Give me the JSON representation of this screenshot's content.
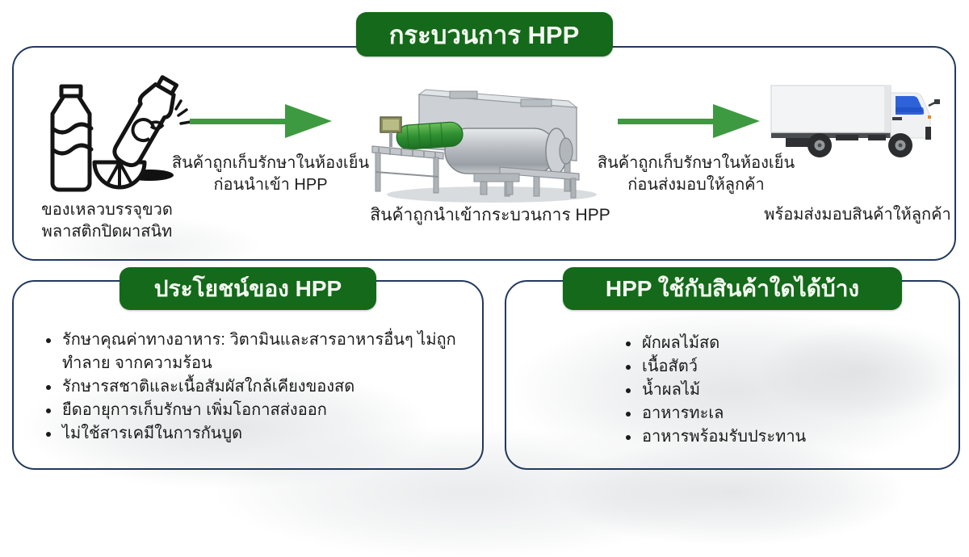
{
  "colors": {
    "badge_green": "#15691a",
    "arrow_green": "#3e9a40",
    "border_navy": "#22395c",
    "text": "#1b1b1b",
    "truck_window_blue": "#2e62d9"
  },
  "process": {
    "title": "กระบวนการ HPP",
    "step1": {
      "caption_line1": "ของเหลวบรรจุขวด",
      "caption_line2": "พลาสติกปิดผาสนิท",
      "icons": [
        "milk-bottle-icon",
        "juice-bottle-icon",
        "orange-slice-icon"
      ]
    },
    "arrow1": {
      "line1": "สินค้าถูกเก็บรักษาในห้องเย็น",
      "line2": "ก่อนนำเข้า HPP"
    },
    "step2": {
      "caption": "สินค้าถูกนำเข้ากระบวนการ HPP",
      "icons": [
        "hpp-machine-illustration"
      ]
    },
    "arrow2": {
      "line1": "สินค้าถูกเก็บรักษาในห้องเย็น",
      "line2": "ก่อนส่งมอบให้ลูกค้า"
    },
    "step3": {
      "caption": "พร้อมส่งมอบสินค้าให้ลูกค้า",
      "icons": [
        "delivery-truck-icon"
      ]
    }
  },
  "benefits": {
    "title": "ประโยชน์ของ HPP",
    "items": [
      "รักษาคุณค่าทางอาหาร: วิตามินและสารอาหารอื่นๆ ไม่ถูกทำลาย จากความร้อน",
      "รักษารสชาติและเนื้อสัมผัสใกล้เคียงของสด",
      "ยืดอายุการเก็บรักษา เพิ่มโอกาสส่งออก",
      "ไม่ใช้สารเคมีในการกันบูด"
    ]
  },
  "products": {
    "title": "HPP ใช้กับสินค้าใดได้บ้าง",
    "items": [
      "ผักผลไม้สด",
      "เนื้อสัตว์",
      "น้ำผลไม้",
      "อาหารทะเล",
      "อาหารพร้อมรับประทาน"
    ]
  }
}
